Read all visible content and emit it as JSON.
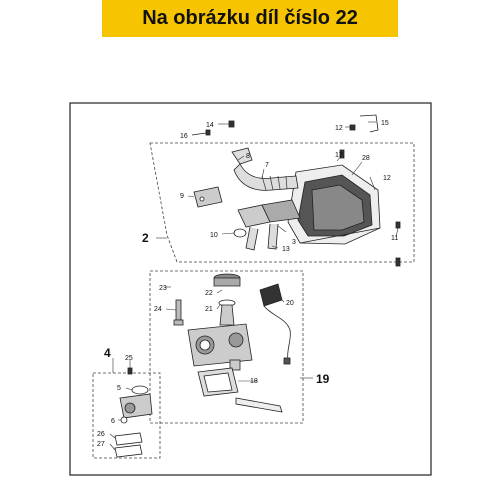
{
  "banner": {
    "text": "Na obrázku díl číslo 22",
    "bg": "#f6c400"
  },
  "parts": {
    "p2": "2",
    "p3": "3",
    "p4": "4",
    "p5": "5",
    "p6": "6",
    "p7": "7",
    "p8": "8",
    "p9": "9",
    "p10": "10",
    "p11": "11",
    "p12a": "12",
    "p12b": "12",
    "p13": "13",
    "p14": "14",
    "p15": "15",
    "p16": "16",
    "p17": "17",
    "p18": "18",
    "p19": "19",
    "p20": "20",
    "p21": "21",
    "p22": "22",
    "p23": "23",
    "p24": "24",
    "p25": "25",
    "p26": "26",
    "p27": "27",
    "p28": "28"
  }
}
